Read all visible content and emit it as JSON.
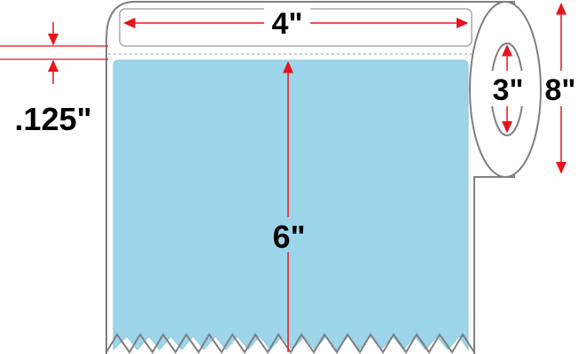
{
  "diagram": {
    "dimensions": {
      "label_width": "4\"",
      "label_height": "6\"",
      "label_gap": ".125\"",
      "core_diameter": "3\"",
      "roll_outer_diameter": "8\""
    },
    "colors": {
      "label_fill": "#9dd5ea",
      "roll_outline": "#7f7f7f",
      "dimension_arrow": "#e8141c",
      "text": "#000000"
    }
  }
}
